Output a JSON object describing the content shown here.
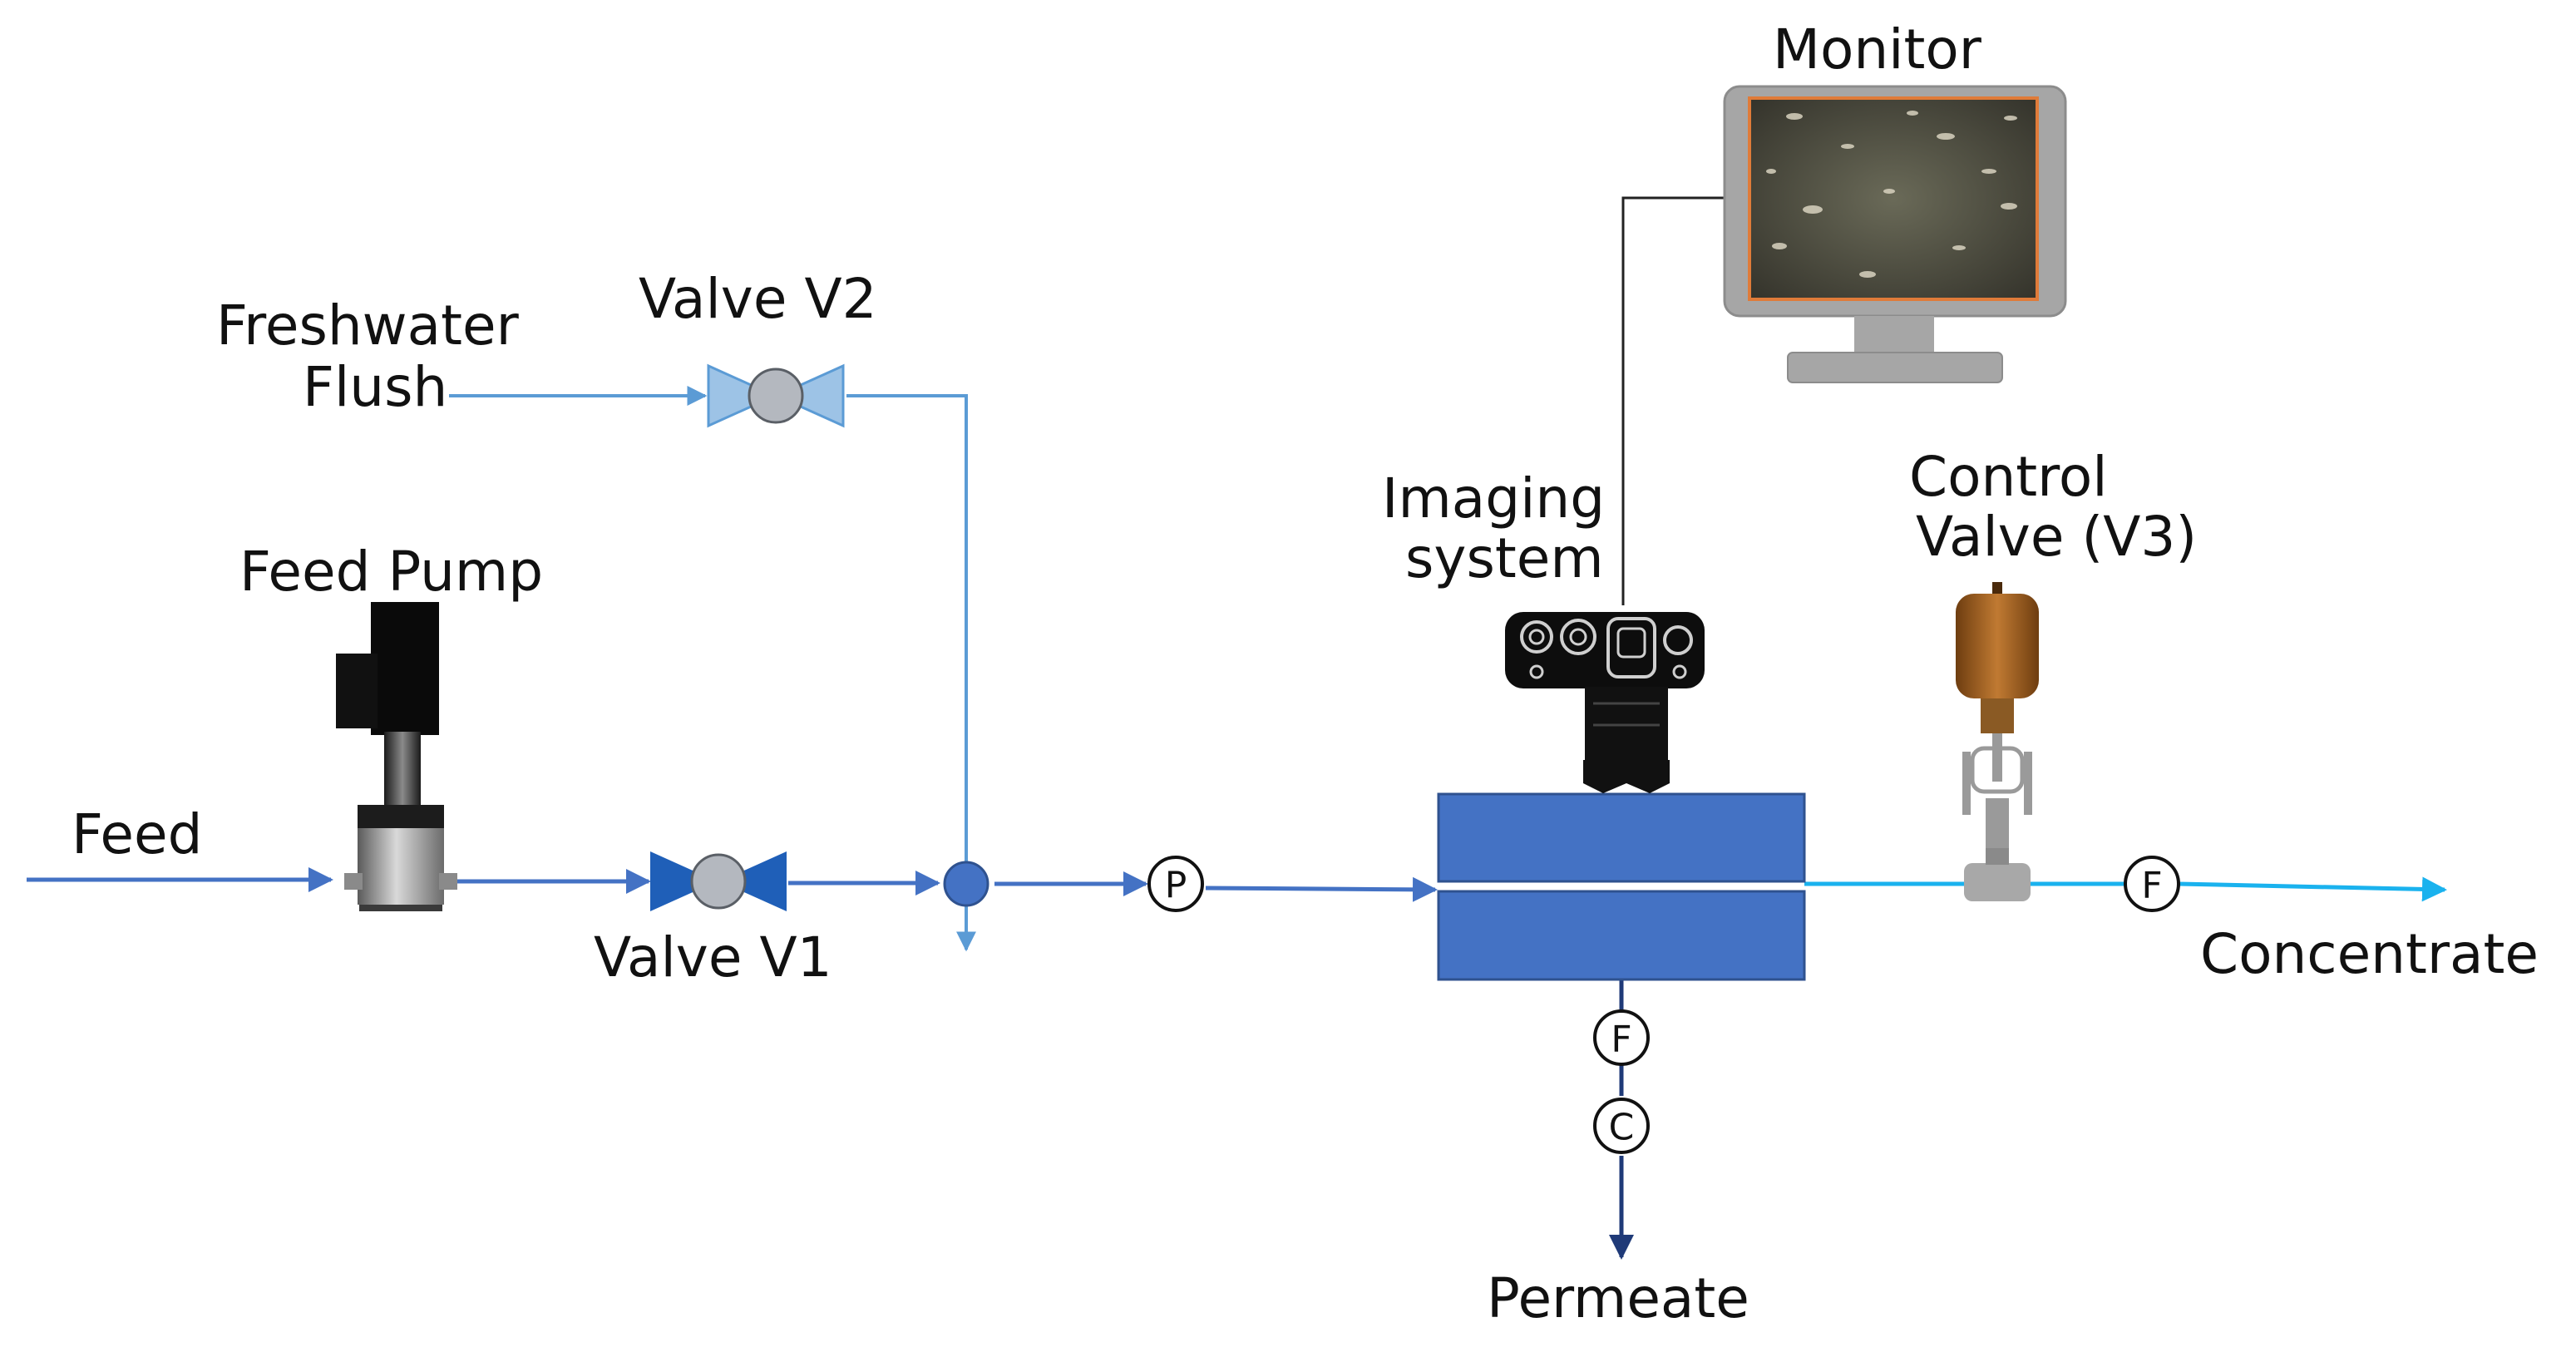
{
  "labels": {
    "feed": "Feed",
    "feed_pump": "Feed Pump",
    "valve_v1": "Valve V1",
    "valve_v2": "Valve V2",
    "freshwater_line1": "Freshwater",
    "freshwater_line2": "Flush",
    "imaging_line1": "Imaging",
    "imaging_line2": "system",
    "monitor": "Monitor",
    "control_line1": "Control",
    "control_line2": "Valve (V3)",
    "concentrate": "Concentrate",
    "permeate": "Permeate"
  },
  "instruments": {
    "pressure": "P",
    "flow_concentrate": "F",
    "flow_permeate": "F",
    "conductivity": "C"
  },
  "colors": {
    "feed_line": "#4472c4",
    "flush_line": "#5b9bd5",
    "concentrate_line": "#1ab2ee",
    "permeate_line": "#1f3a78",
    "membrane_cell": "#4472c4",
    "valve_v1": "#1f5fb8",
    "valve_v2": "#9dc3e6",
    "monitor_frame": "#a6a6a6",
    "monitor_screen_border": "#e07b39",
    "control_valve_actuator": "#9c5b1e"
  },
  "icons": {
    "feed_pump": "vertical-multistage-pump-icon",
    "camera": "camera-icon",
    "monitor": "monitor-icon",
    "valve": "butterfly-valve-icon",
    "control_valve": "control-valve-icon"
  }
}
